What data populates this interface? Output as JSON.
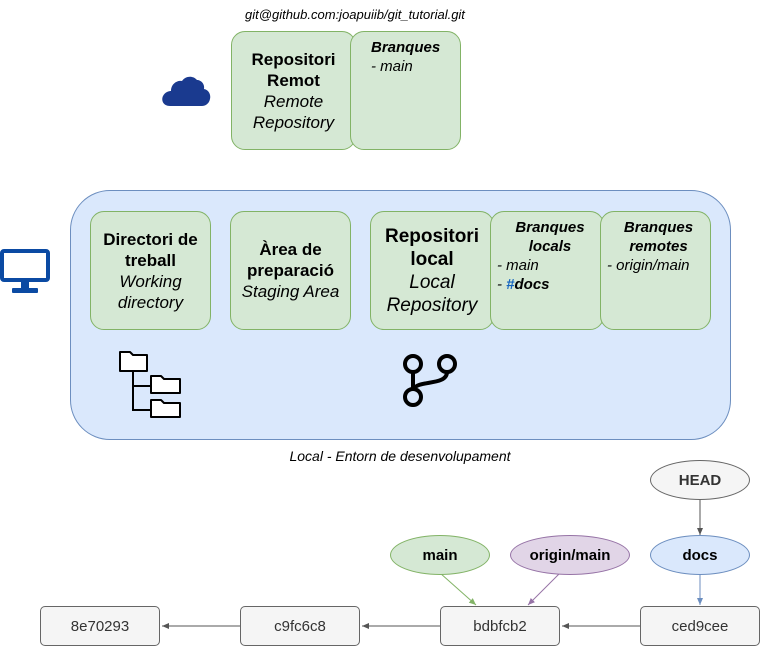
{
  "remote": {
    "url": "git@github.com:joapuiib/git_tutorial.git",
    "title_line1": "Repositori",
    "title_line2": "Remot",
    "subtitle_line1": "Remote",
    "subtitle_line2": "Repository",
    "branches_header": "Branques",
    "branches": [
      "- main"
    ]
  },
  "local": {
    "caption": "Local - Entorn de desenvolupament",
    "working_dir": {
      "title_line1": "Directori de",
      "title_line2": "treball",
      "subtitle_line1": "Working",
      "subtitle_line2": "directory"
    },
    "staging": {
      "title_line1": "Àrea de",
      "title_line2": "preparació",
      "subtitle": "Staging Area"
    },
    "repository": {
      "title_line1": "Repositori",
      "title_line2": "local",
      "subtitle_line1": "Local",
      "subtitle_line2": "Repository"
    },
    "local_branches": {
      "header_line1": "Branques",
      "header_line2": "locals",
      "items": [
        "- main"
      ],
      "active_prefix": "- ",
      "active_hash": "#",
      "active_name": "docs"
    },
    "remote_branches": {
      "header_line1": "Branques",
      "header_line2": "remotes",
      "items": [
        "- origin/main"
      ]
    }
  },
  "graph": {
    "commits": [
      "8e70293",
      "c9fc6c8",
      "bdbfcb2",
      "ced9cee"
    ],
    "refs": {
      "head": "HEAD",
      "main": "main",
      "origin_main": "origin/main",
      "docs": "docs"
    }
  },
  "colors": {
    "green_fill": "#d5e8d4",
    "green_stroke": "#82b366",
    "blue_fill": "#dae8fc",
    "blue_stroke": "#6c8ebf",
    "purple_fill": "#e1d5e7",
    "purple_stroke": "#9673a6",
    "grey_fill": "#f5f5f5",
    "grey_stroke": "#666666",
    "cloud": "#1a3a8f",
    "monitor": "#0b4aa3",
    "active_hash": "#1565c0"
  },
  "icons": [
    "cloud-icon",
    "monitor-icon",
    "folder-tree-icon",
    "git-branch-icon"
  ]
}
